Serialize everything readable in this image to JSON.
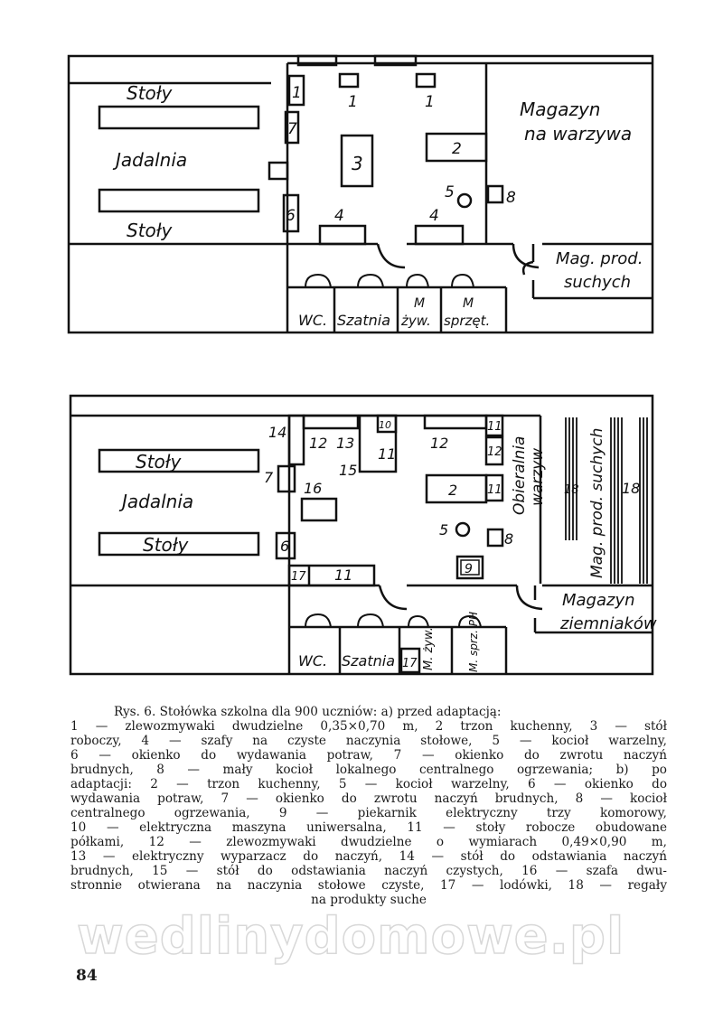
{
  "plan_a": {
    "rooms": {
      "tables_top": "Stoły",
      "dining": "Jadalnia",
      "tables_bottom": "Stoły",
      "store_veg_1": "Magazyn",
      "store_veg_2": "na warzywa",
      "dry_1": "Mag. prod.",
      "dry_2": "suchych",
      "wc": "WC.",
      "wardrobe": "Szatnia",
      "food_m": "M",
      "food": "żyw.",
      "equip_m": "M",
      "equip": "sprzęt."
    },
    "numbers": {
      "n1a": "1",
      "n1b": "1",
      "n1c": "1",
      "n7": "7",
      "n3": "3",
      "n2": "2",
      "n5": "5",
      "n8": "8",
      "n6": "6",
      "n4a": "4",
      "n4b": "4"
    }
  },
  "plan_b": {
    "rooms": {
      "tables_top": "Stoły",
      "dining": "Jadalnia",
      "tables_bottom": "Stoły",
      "peeling": "Obieralnia",
      "peeling2": "warzyw",
      "dry": "Mag. prod. suchych",
      "potato_1": "Magazyn",
      "potato_2": "ziemniaków",
      "wc": "WC.",
      "wardrobe": "Szatnia",
      "food": "M. żyw.",
      "equip": "M. sprz. PH"
    },
    "numbers": {
      "n14": "14",
      "n12a": "12",
      "n13": "13",
      "n10": "10",
      "n11a": "11",
      "n15": "15",
      "n12b": "12",
      "n11b": "11",
      "n12c": "12",
      "n11c": "11",
      "n7": "7",
      "n16": "16",
      "n2": "2",
      "n5": "5",
      "n8": "8",
      "n9": "9",
      "n6": "6",
      "n17a": "17",
      "n11d": "11",
      "n18a": "18",
      "n18b": "18",
      "n17b": "17"
    }
  },
  "caption": {
    "lines": [
      "Rys. 6. Stołówka szkolna dla 900 uczniów: a) przed adaptacją:",
      "1 — zlewozmywaki dwudzielne 0,35×0,70 m, 2 trzon kuchenny, 3 — stół",
      "roboczy, 4 — szafy na czyste naczynia stołowe, 5 — kocioł warzelny,",
      "6 — okienko do wydawania potraw, 7 — okienko do zwrotu naczyń",
      "brudnych, 8 — mały kocioł lokalnego centralnego ogrzewania; b) po",
      "adaptacji: 2 — trzon kuchenny, 5 — kocioł warzelny, 6 — okienko do",
      "wydawania potraw, 7 — okienko do zwrotu naczyń brudnych, 8 — kocioł",
      "centralnego ogrzewania, 9 — piekarnik elektryczny trzy komorowy,",
      "10 — elektryczna maszyna uniwersalna, 11 — stoły robocze obudowane",
      "półkami, 12 — zlewozmywaki dwudzielne o wymiarach 0,49×0,90 m,",
      "13 — elektryczny wyparzacz do naczyń, 14 — stół do odstawiania naczyń",
      "brudnych, 15 — stół do odstawiania naczyń czystych, 16 — szafa dwu-",
      "stronnie otwierana na naczynia stołowe czyste, 17 — lodówki, 18 — regały",
      "na produkty suche"
    ]
  },
  "page_number": "84",
  "watermark": "wedlinydomowe.pl"
}
